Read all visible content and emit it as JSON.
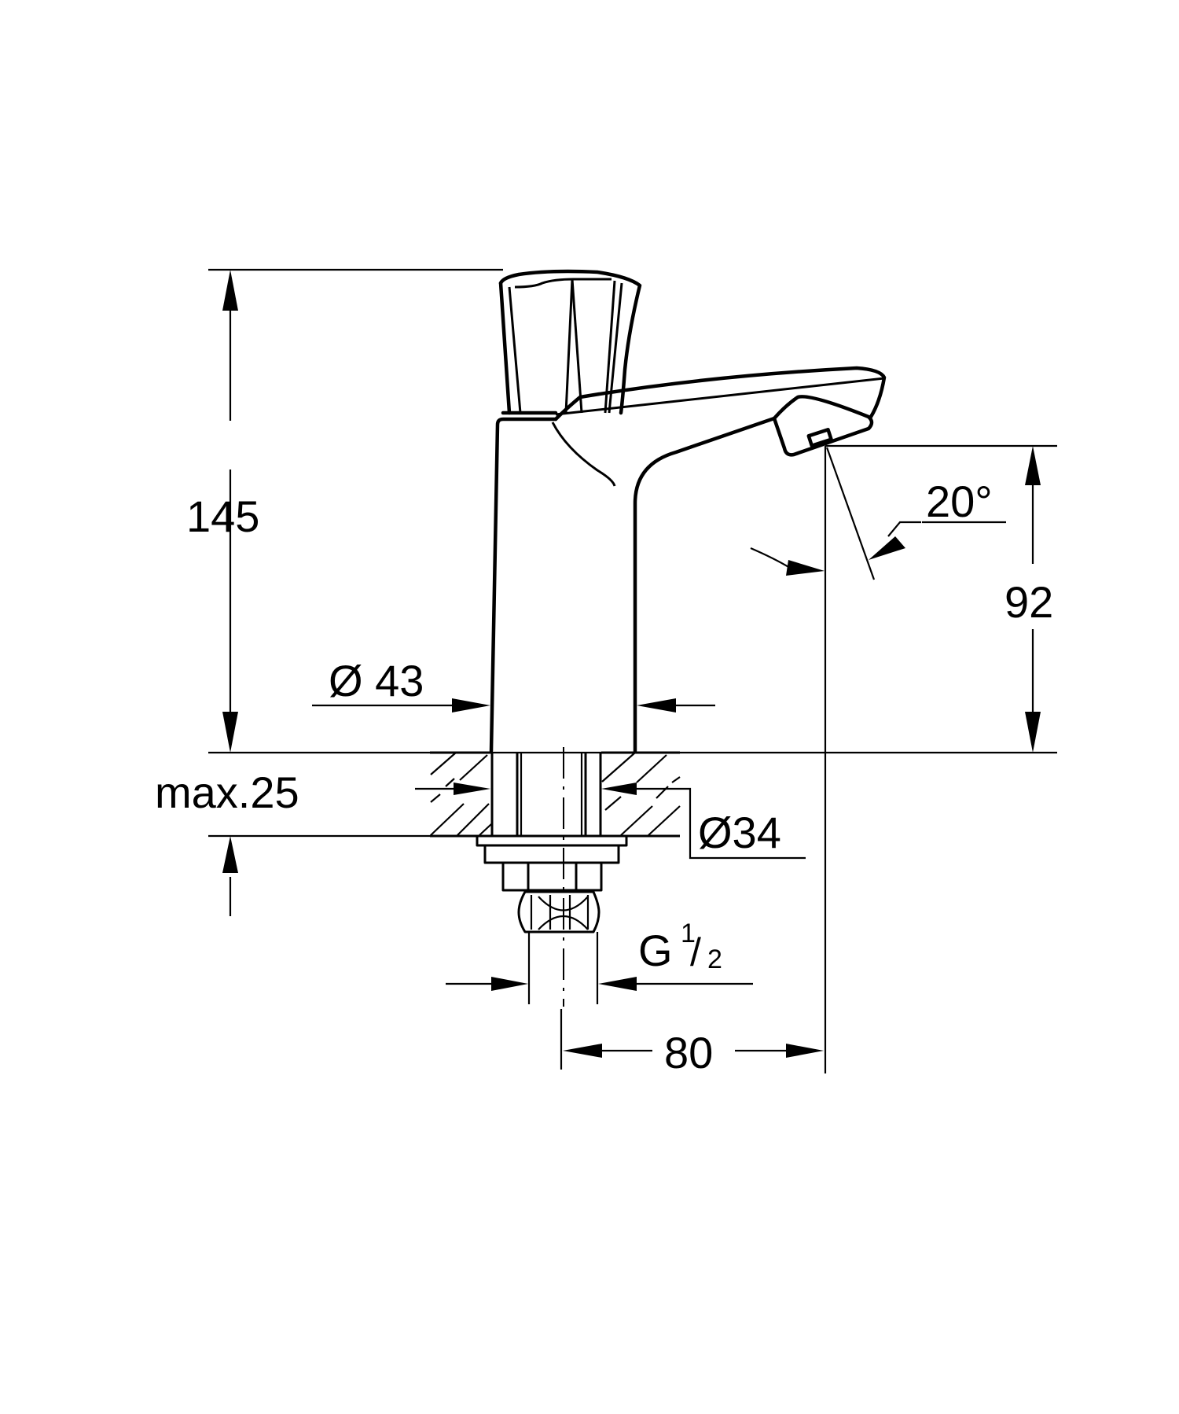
{
  "drawing": {
    "subject": "Self-closing pillar tap, side view technical dimension drawing",
    "units": "mm",
    "stroke_color": "#000000",
    "background": "#ffffff"
  },
  "dimensions": {
    "overall_height": "145",
    "spout_outlet_height": "92",
    "body_diameter": "Ø 43",
    "max_deck_thickness": "max.25",
    "mounting_hole_diameter": "Ø34",
    "connection_thread_main": "G",
    "connection_thread_num": "1",
    "connection_thread_den": "2",
    "spout_projection": "80",
    "outlet_angle": "20°"
  }
}
